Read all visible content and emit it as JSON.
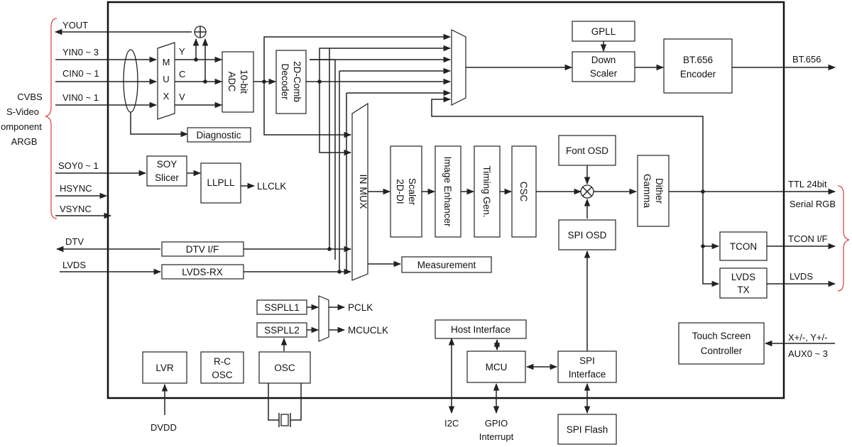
{
  "left_group_label": [
    "CVBS",
    "S-Video",
    "omponent",
    "ARGB"
  ],
  "right_group_labels": {
    "ttl": "TTL 24bit",
    "serial": "Serial RGB",
    "tcon_if": "TCON I/F",
    "lvds": "LVDS"
  },
  "signals_left": {
    "yout": "YOUT",
    "yin": "YIN0 ~ 3",
    "cin": "CIN0 ~ 1",
    "vin": "VIN0 ~ 1",
    "soy": "SOY0 ~ 1",
    "hsync": "HSYNC",
    "vsync": "VSYNC",
    "dtv": "DTV",
    "lvds": "LVDS"
  },
  "mux_letters": [
    "M",
    "U",
    "X"
  ],
  "mux_outputs": [
    "Y",
    "C",
    "V"
  ],
  "blocks": {
    "adc": [
      "10-bit",
      "ADC"
    ],
    "comb": [
      "2D-Comb",
      "Decoder"
    ],
    "diagnostic": "Diagnostic",
    "soy_slicer": [
      "SOY",
      "Slicer"
    ],
    "llpll": "LLPLL",
    "llclk": "LLCLK",
    "in_mux": "IN MUX",
    "scaler": [
      "Scaler",
      "2D-DI"
    ],
    "image_enhancer": "Image Enhancer",
    "timing_gen": "Timing Gen.",
    "csc": "CSC",
    "font_osd": "Font OSD",
    "spi_osd": "SPI OSD",
    "dither": [
      "Dither",
      "Gamma"
    ],
    "gpll": "GPLL",
    "down_scaler": [
      "Down",
      "Scaler"
    ],
    "bt656_encoder": [
      "BT.656",
      "Encoder"
    ],
    "bt656_out": "BT.656",
    "tcon": "TCON",
    "lvds_tx": [
      "LVDS",
      "TX"
    ],
    "dtv_if": "DTV I/F",
    "lvds_rx": "LVDS-RX",
    "measurement": "Measurement",
    "sspll1": "SSPLL1",
    "sspll2": "SSPLL2",
    "pclk": "PCLK",
    "mcuclk": "MCUCLK",
    "host_interface": "Host Interface",
    "mcu": "MCU",
    "spi_interface": [
      "SPI",
      "Interface"
    ],
    "spi_flash": "SPI Flash",
    "touch_screen": [
      "Touch Screen",
      "Controller"
    ],
    "touch_inputs": [
      "X+/-, Y+/-",
      "AUX0 ~ 3"
    ],
    "lvr": "LVR",
    "rc_osc": [
      "R-C",
      "OSC"
    ],
    "osc": "OSC"
  },
  "bottom_labels": {
    "dvdd": "DVDD",
    "i2c": "I2C",
    "gpio": [
      "GPIO",
      "Interrupt"
    ]
  }
}
